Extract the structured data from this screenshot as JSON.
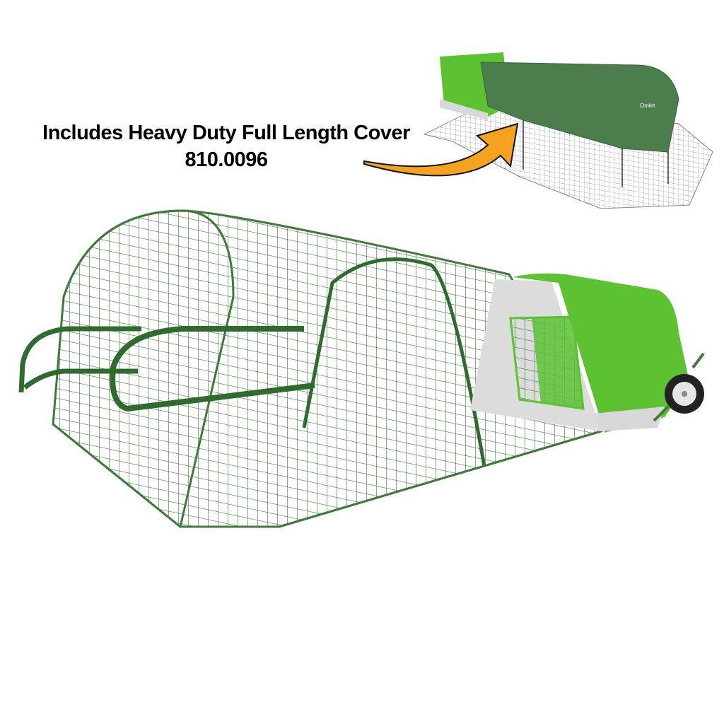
{
  "caption": {
    "title": "Includes Heavy Duty Full Length Cover",
    "product_code": "810.0096"
  },
  "inset": {
    "logo_text": "Omlet"
  },
  "colors": {
    "house_green": "#5cc232",
    "mesh_green": "#3f7a3a",
    "cover_green": "#4c7d4c",
    "arrow_orange": "#f5a21f",
    "house_gray": "#dcdcdc"
  }
}
